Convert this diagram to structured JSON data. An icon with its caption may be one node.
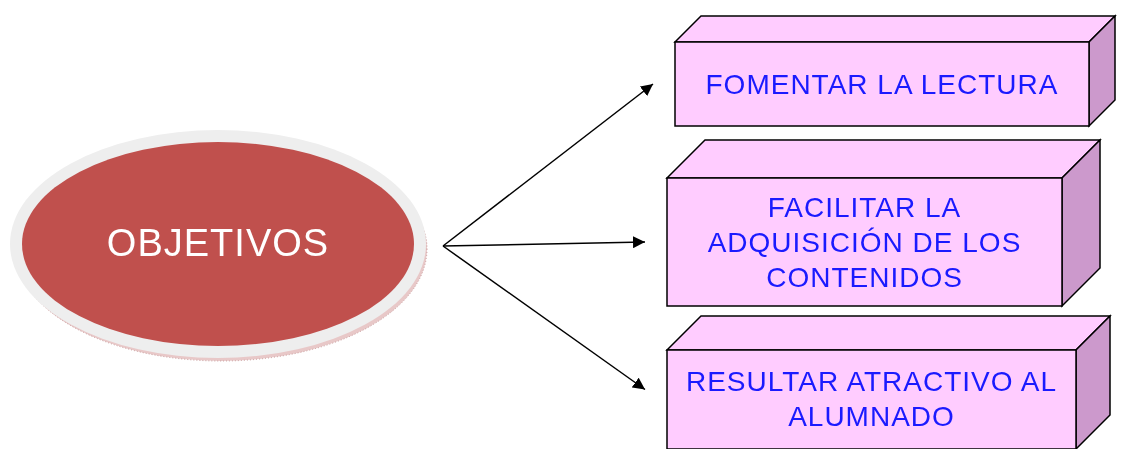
{
  "diagram": {
    "nodes": [
      {
        "text": [
          "OBJETIVOS"
        ]
      },
      {
        "text": [
          "FOMENTAR LA LECTURA"
        ]
      },
      {
        "text": [
          "FACILITAR LA ADQUISICIÓN DE LOS CONTENIDOS"
        ]
      },
      {
        "text": [
          "RESULTAR ATRACTIVO AL ALUMNADO"
        ]
      }
    ],
    "edges": [
      {
        "from": 0,
        "to": 1,
        "arrow": "to"
      },
      {
        "from": 0,
        "to": 2,
        "arrow": "to"
      },
      {
        "from": 0,
        "to": 3,
        "arrow": "to"
      }
    ]
  }
}
